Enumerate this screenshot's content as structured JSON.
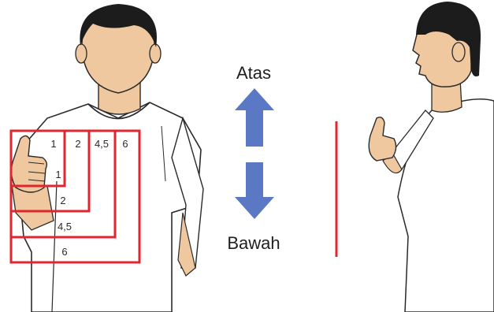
{
  "labels": {
    "up": "Atas",
    "down": "Bawah"
  },
  "box_labels": {
    "top": [
      "1",
      "2",
      "4,5",
      "6"
    ],
    "side": [
      "1",
      "2",
      "4,5",
      "6"
    ]
  },
  "colors": {
    "box_stroke": "#e0262e",
    "arrow": "#5b78c4",
    "skin": "#f0c8a0",
    "hair": "#1c1c1c",
    "shirt": "#ffffff",
    "divider": "#e0262e"
  }
}
